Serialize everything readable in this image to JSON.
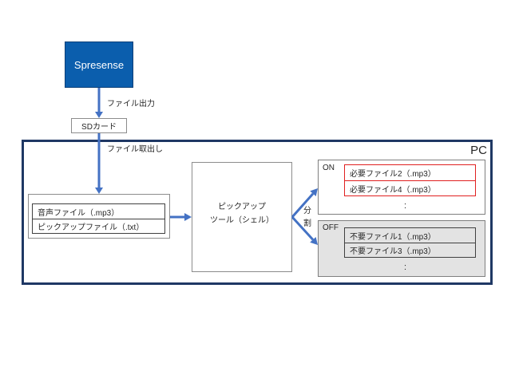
{
  "nodes": {
    "spresense": {
      "label": "Spresense"
    },
    "sd_card": {
      "label": "SDカード"
    },
    "pc": {
      "label": "PC"
    },
    "input_files": {
      "items": [
        "音声ファイル（.mp3）",
        "ピックアップファイル（.txt）"
      ]
    },
    "pickup_tool": {
      "lines": [
        "ピックアップ",
        "ツール（シェル）"
      ]
    },
    "on_group": {
      "label": "ON",
      "items": [
        "必要ファイル2（.mp3）",
        "必要ファイル4（.mp3）"
      ],
      "more": ":"
    },
    "off_group": {
      "label": "OFF",
      "items": [
        "不要ファイル1（.mp3）",
        "不要ファイル3（.mp3）"
      ],
      "more": ":"
    }
  },
  "edges": {
    "file_output": {
      "label": "ファイル出力"
    },
    "file_extract": {
      "label": "ファイル取出し"
    },
    "split": {
      "label_chars": [
        "分",
        "割"
      ]
    }
  },
  "colors": {
    "arrow": "#4472c4",
    "spresense_fill": "#0b5ead",
    "pc_border": "#1f3864",
    "on_item_border": "#e02020",
    "off_fill": "#e3e3e3"
  }
}
